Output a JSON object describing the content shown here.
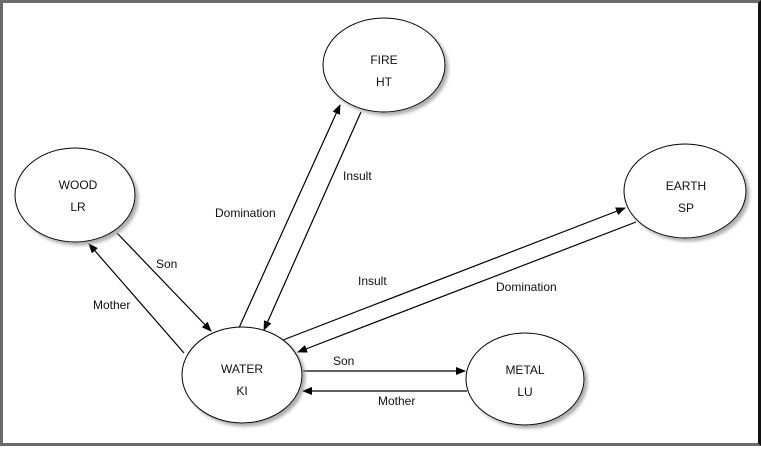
{
  "diagram": {
    "nodes": [
      {
        "id": "fire",
        "element": "FIRE",
        "organ": "HT"
      },
      {
        "id": "wood",
        "element": "WOOD",
        "organ": "LR"
      },
      {
        "id": "earth",
        "element": "EARTH",
        "organ": "SP"
      },
      {
        "id": "water",
        "element": "WATER",
        "organ": "KI"
      },
      {
        "id": "metal",
        "element": "METAL",
        "organ": "LU"
      }
    ],
    "edges": [
      {
        "from": "water",
        "to": "fire",
        "label": "Domination"
      },
      {
        "from": "fire",
        "to": "water",
        "label": "Insult"
      },
      {
        "from": "wood",
        "to": "water",
        "label": "Son"
      },
      {
        "from": "water",
        "to": "wood",
        "label": "Mother"
      },
      {
        "from": "water",
        "to": "earth",
        "label": "Insult"
      },
      {
        "from": "earth",
        "to": "water",
        "label": "Domination"
      },
      {
        "from": "water",
        "to": "metal",
        "label": "Son"
      },
      {
        "from": "metal",
        "to": "water",
        "label": "Mother"
      }
    ]
  }
}
